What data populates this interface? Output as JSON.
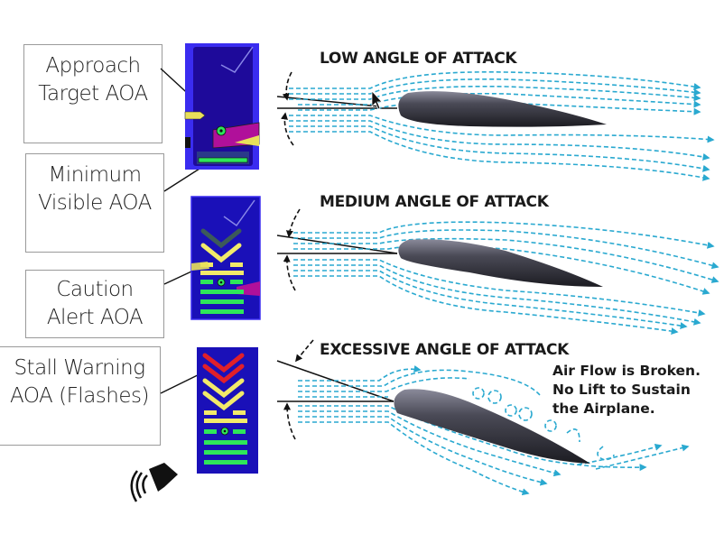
{
  "labels": {
    "approach": [
      "Approach",
      "Target AOA"
    ],
    "minimum": [
      "Minimum",
      "Visible AOA"
    ],
    "caution": [
      "Caution",
      "Alert AOA"
    ],
    "stall": [
      "Stall Warning",
      "AOA (Flashes)"
    ]
  },
  "panels": [
    {
      "name": "low",
      "state": "approach-target"
    },
    {
      "name": "medium",
      "state": "caution-alert"
    },
    {
      "name": "excessive",
      "state": "stall-warning"
    }
  ],
  "diagrams": {
    "low": {
      "title": "LOW ANGLE OF ATTACK"
    },
    "medium": {
      "title": "MEDIUM ANGLE OF ATTACK"
    },
    "excessive": {
      "title": "EXCESSIVE ANGLE OF ATTACK",
      "note": [
        "Air Flow is Broken.",
        "No Lift to Sustain",
        "the Airplane."
      ]
    }
  },
  "icons": {
    "speaker": "speaker-sound-icon"
  },
  "colors": {
    "panel_blue": "#2a10c8",
    "green": "#2ee65a",
    "yellow": "#f2ea6a",
    "red": "#e0202a",
    "magenta": "#b0109a",
    "flow": "#2aa9d0",
    "airfoil": "#3a3a44"
  }
}
